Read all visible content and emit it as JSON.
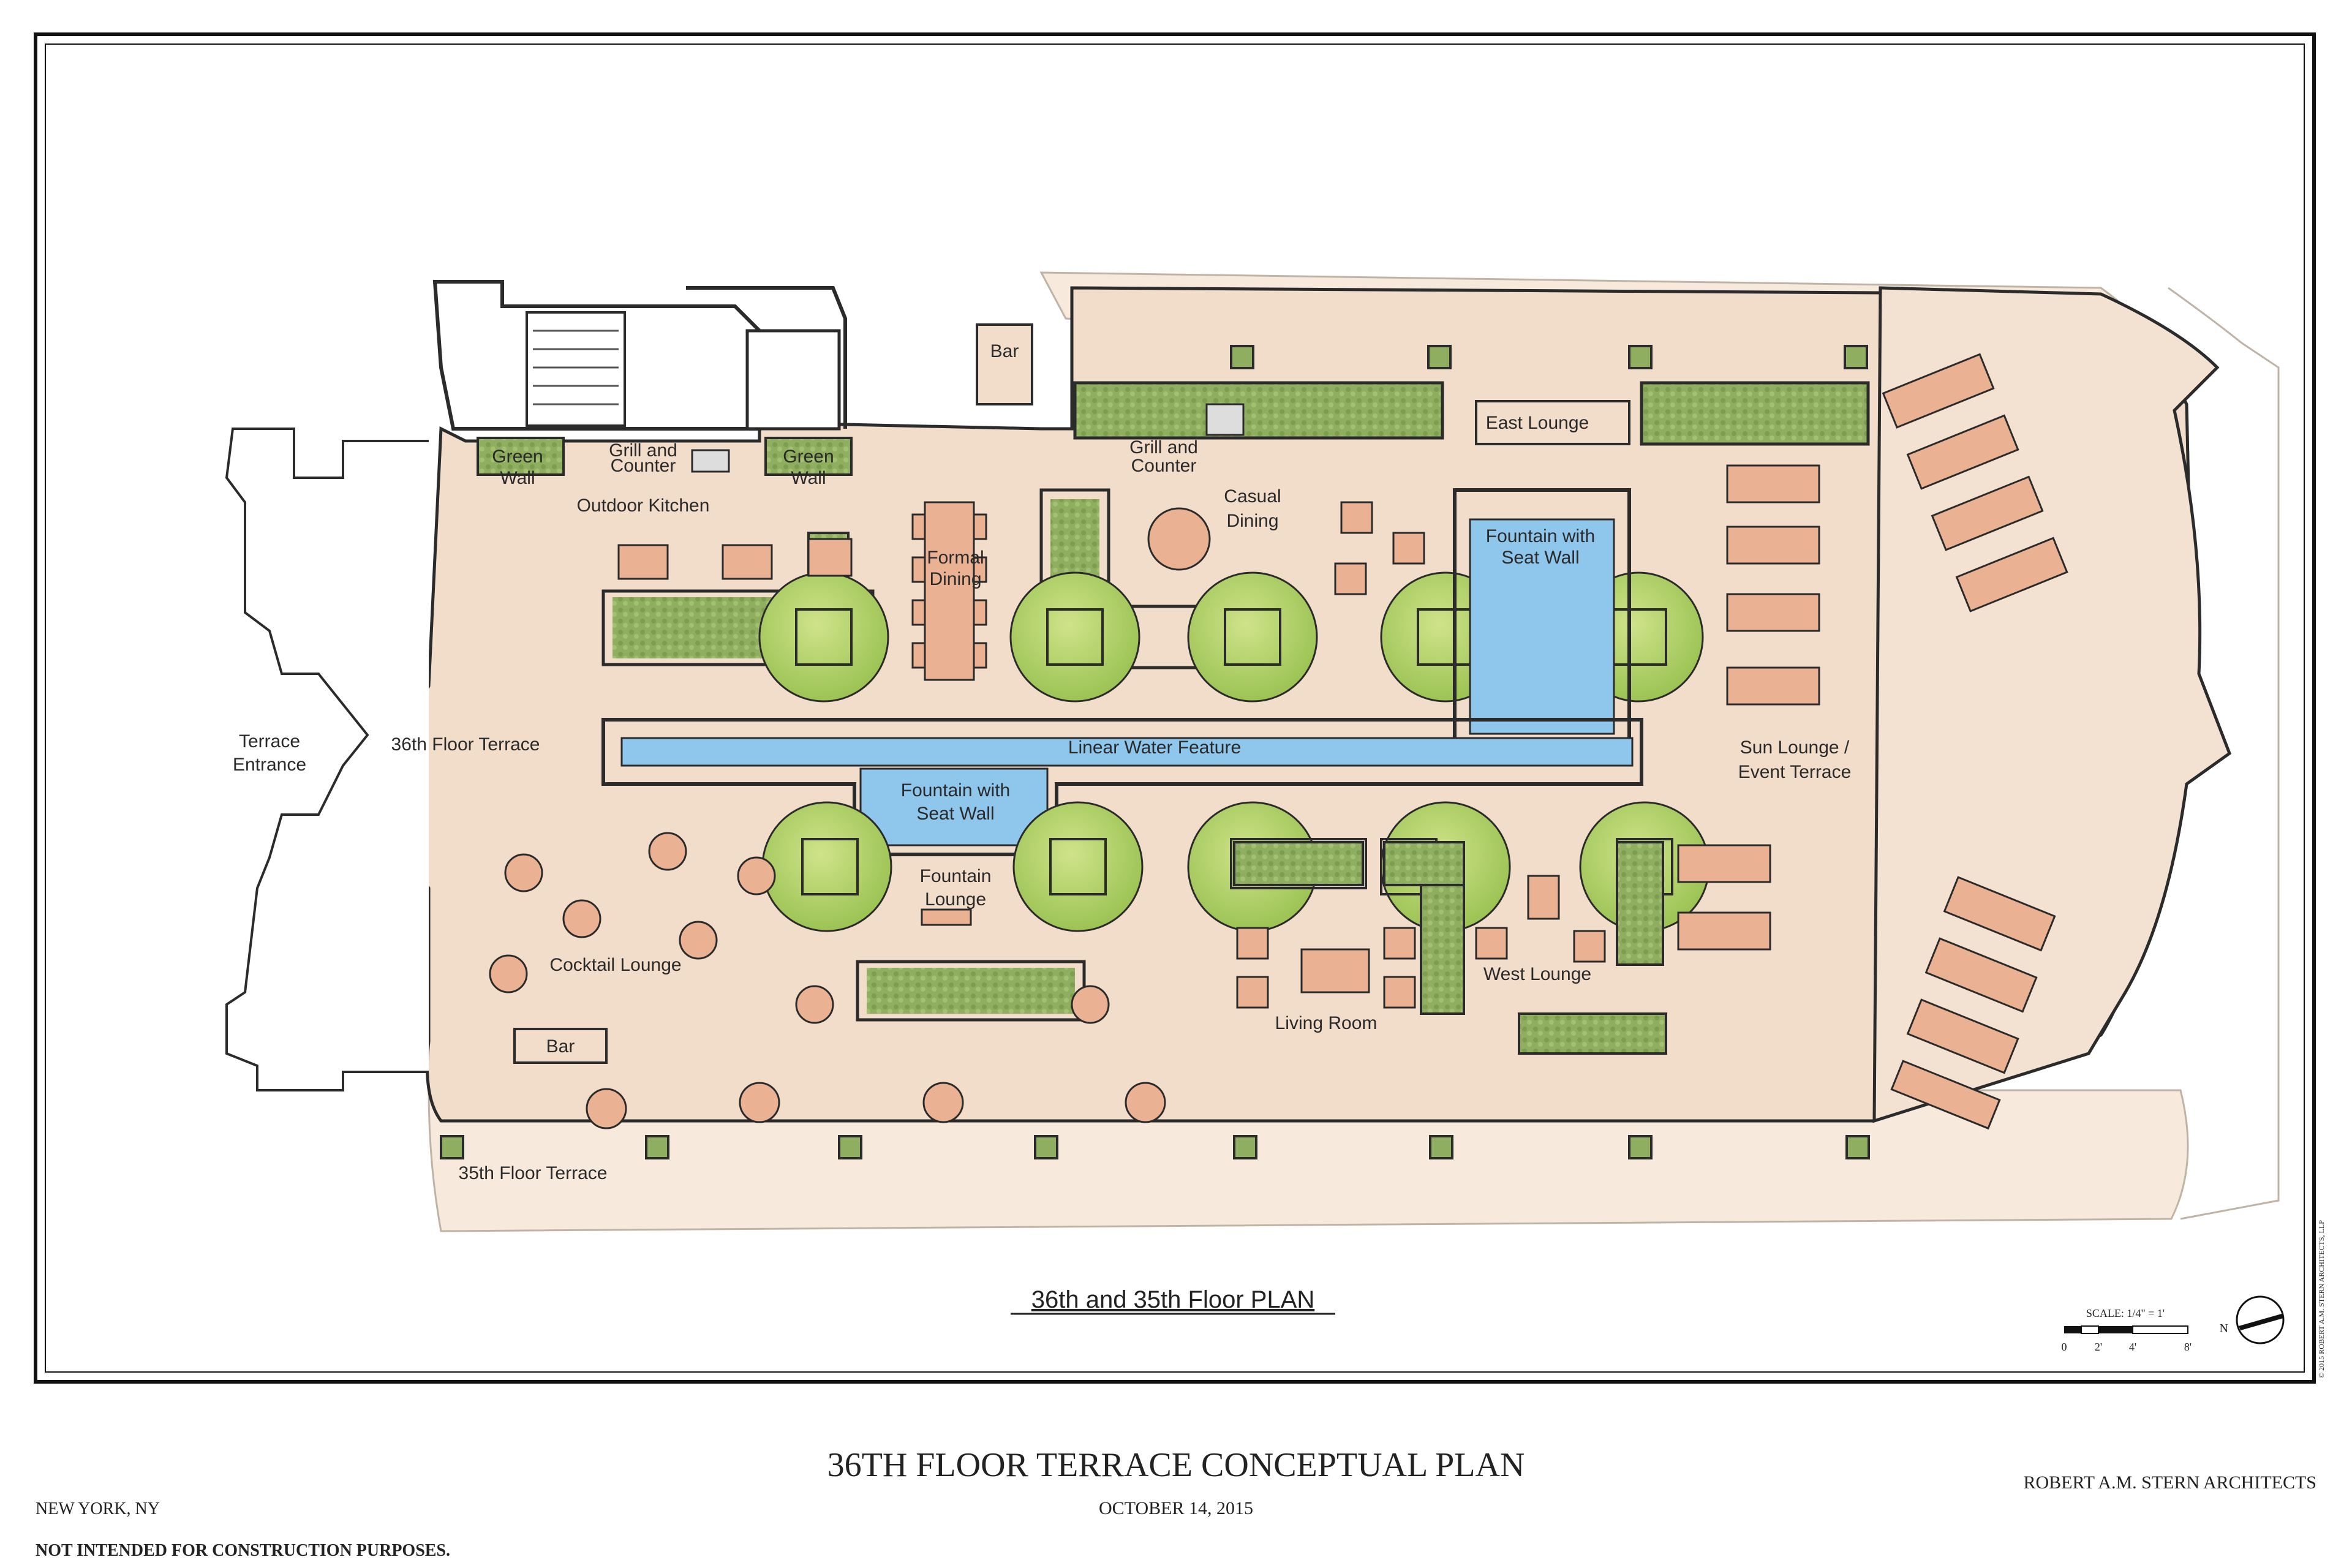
{
  "drawing": {
    "plan_title": "36th and 35th Floor PLAN",
    "sheet_title": "36TH FLOOR TERRACE CONCEPTUAL PLAN",
    "date": "OCTOBER 14, 2015",
    "location": "NEW YORK, NY",
    "disclaimer": "NOT INTENDED FOR CONSTRUCTION PURPOSES.",
    "firm": "ROBERT A.M. STERN ARCHITECTS",
    "copyright": "© 2015 ROBERT A.M. STERN ARCHITECTS, LLP",
    "scale_label": "SCALE: 1/4\" = 1'",
    "scale_ticks": [
      "0",
      "2'",
      "4'",
      "8'"
    ],
    "north_label": "N"
  },
  "labels": {
    "bar_top": "Bar",
    "green_wall_left": [
      "Green",
      "Wall"
    ],
    "grill_counter_left": [
      "Grill and",
      "Counter"
    ],
    "green_wall_right": [
      "Green",
      "Wall"
    ],
    "grill_counter_right": [
      "Grill and",
      "Counter"
    ],
    "east_lounge": "East Lounge",
    "outdoor_kitchen": "Outdoor Kitchen",
    "formal_dining": [
      "Formal",
      "Dining"
    ],
    "casual_dining": [
      "Casual",
      "Dining"
    ],
    "fountain_seat_wall_top": [
      "Fountain with",
      "Seat Wall"
    ],
    "terrace_entrance": [
      "Terrace",
      "Entrance"
    ],
    "terrace_36": "36th Floor Terrace",
    "linear_water_feature": "Linear Water Feature",
    "sun_lounge": [
      "Sun Lounge /",
      "Event Terrace"
    ],
    "fountain_seat_wall_bottom": [
      "Fountain with",
      "Seat Wall"
    ],
    "fountain_lounge": [
      "Fountain",
      "Lounge"
    ],
    "cocktail_lounge": "Cocktail Lounge",
    "west_lounge": "West Lounge",
    "living_room": "Living Room",
    "bar_bottom": "Bar",
    "terrace_35": "35th Floor  Terrace"
  },
  "colors": {
    "terrace_fill": "#f1ddc9",
    "outer_terrace_fill": "#f7eadd",
    "hedge_fill": "#8fae5f",
    "tree_fill": "#b7d46a",
    "water_fill": "#8ec6ec",
    "furniture_fill": "#eab193",
    "line": "#2b2b2b"
  }
}
